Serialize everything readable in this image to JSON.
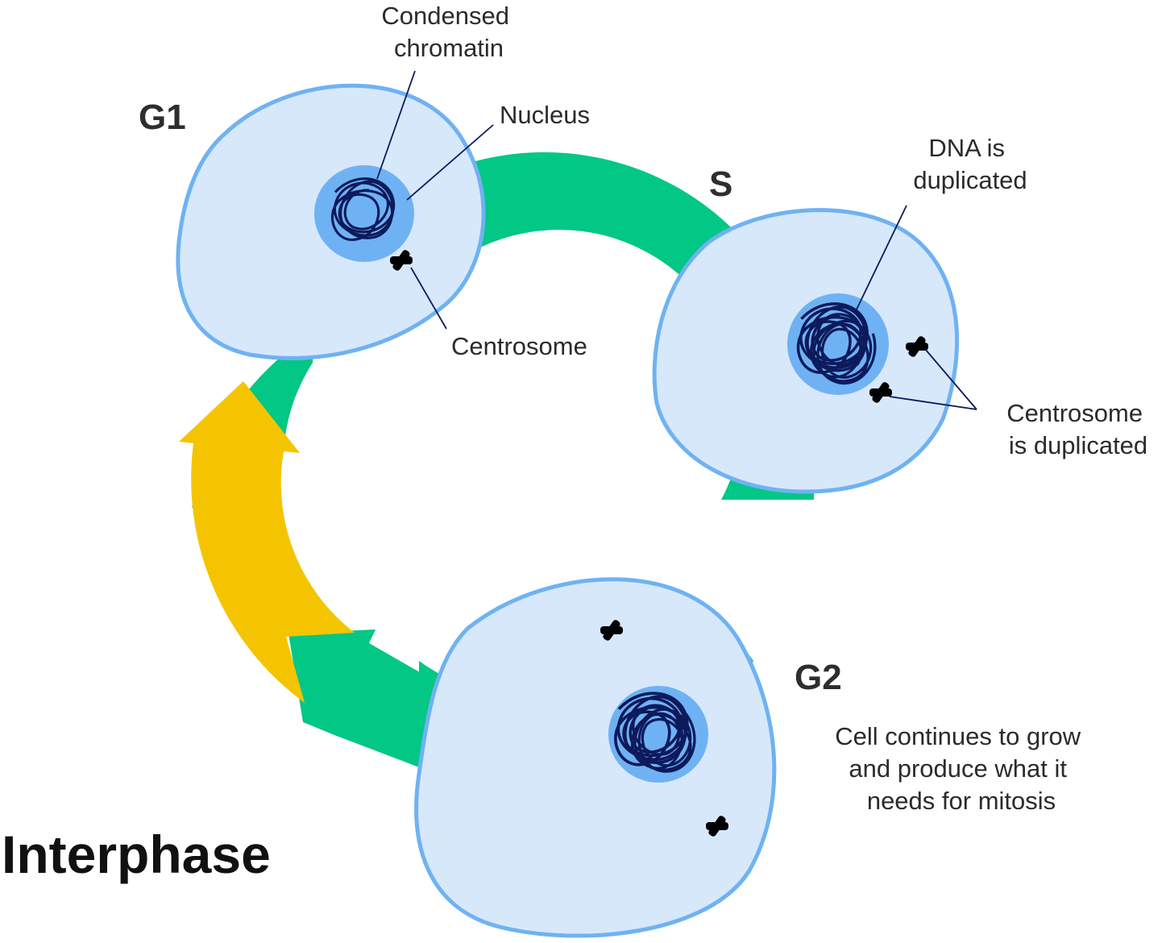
{
  "title": "Interphase",
  "colors": {
    "cycle_arrow": "#02c785",
    "return_arrow": "#f5c400",
    "cell_fill": "#d7e8fb",
    "cell_outline": "#6fb2f3",
    "nucleus": "#6fb2f3",
    "chromatin": "#0d1a5c",
    "centrosome": "#fbe278"
  },
  "phases": {
    "g1": {
      "label": "G1",
      "labels": {
        "condensed_chromatin": [
          "Condensed",
          "chromatin"
        ],
        "nucleus": "Nucleus",
        "centrosome": "Centrosome"
      }
    },
    "s": {
      "label": "S",
      "labels": {
        "dna": [
          "DNA is",
          "duplicated"
        ],
        "centrosome": [
          "Centrosome",
          "is duplicated"
        ]
      }
    },
    "g2": {
      "label": "G2",
      "description": [
        "Cell continues to grow",
        "and produce what it",
        "needs for mitosis"
      ]
    }
  }
}
